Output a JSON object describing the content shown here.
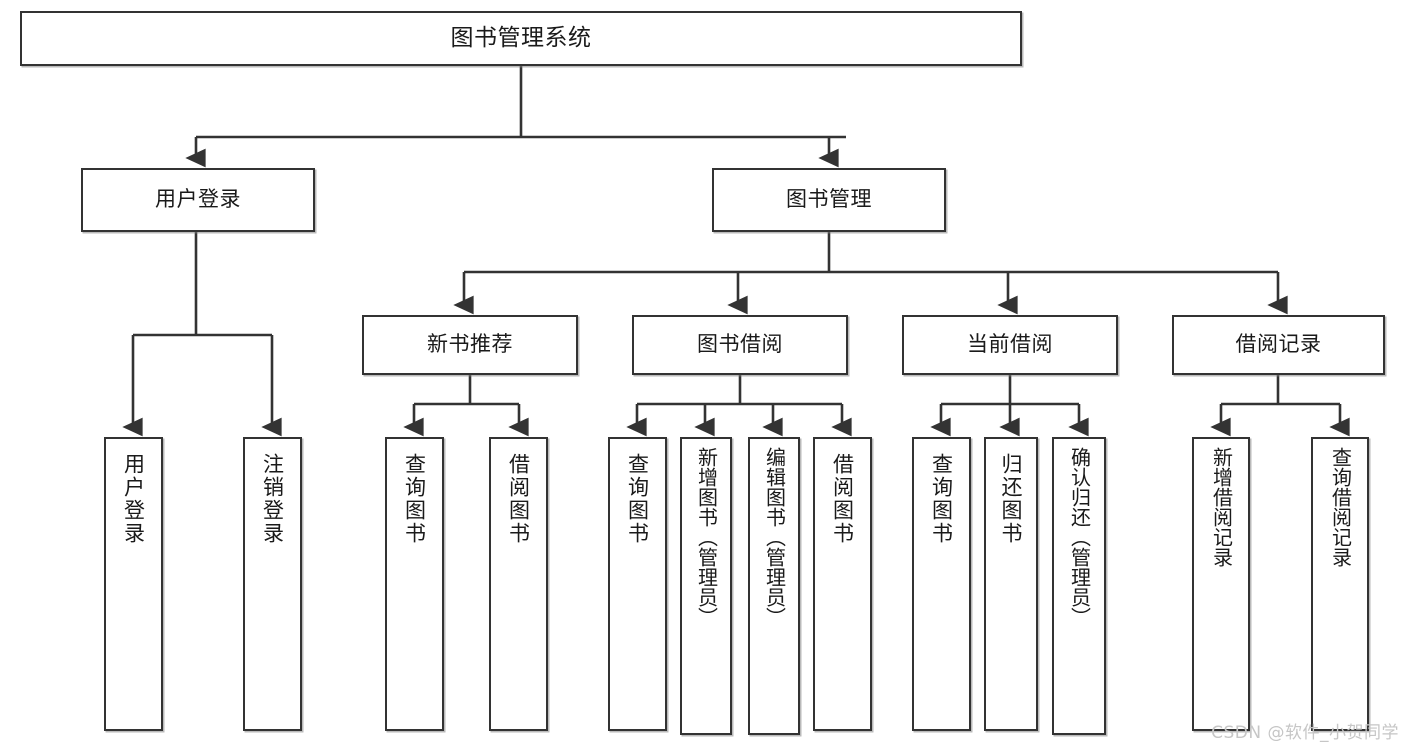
{
  "diagram": {
    "title": "图书管理系统",
    "watermark": "CSDN @软件_小贺同学",
    "colors": {
      "stroke": "#333333",
      "fill": "#ffffff",
      "text": "#1a1a1a",
      "watermark": "#c6c6c6"
    },
    "root": {
      "label": "图书管理系统"
    },
    "level2": [
      {
        "label": "用户登录"
      },
      {
        "label": "图书管理"
      }
    ],
    "level3": [
      {
        "label": "新书推荐"
      },
      {
        "label": "图书借阅"
      },
      {
        "label": "当前借阅"
      },
      {
        "label": "借阅记录"
      }
    ],
    "leaves": {
      "user_login": [
        {
          "label": "用户登录"
        },
        {
          "label": "注销登录"
        }
      ],
      "new_book": [
        {
          "label": "查询图书"
        },
        {
          "label": "借阅图书"
        }
      ],
      "book_borrow": [
        {
          "label": "查询图书"
        },
        {
          "label": "新增图书（管理员）"
        },
        {
          "label": "编辑图书（管理员）"
        },
        {
          "label": "借阅图书"
        }
      ],
      "current_borrow": [
        {
          "label": "查询图书"
        },
        {
          "label": "归还图书"
        },
        {
          "label": "确认归还（管理员）"
        }
      ],
      "borrow_record": [
        {
          "label": "新增借阅记录"
        },
        {
          "label": "查询借阅记录"
        }
      ]
    }
  }
}
